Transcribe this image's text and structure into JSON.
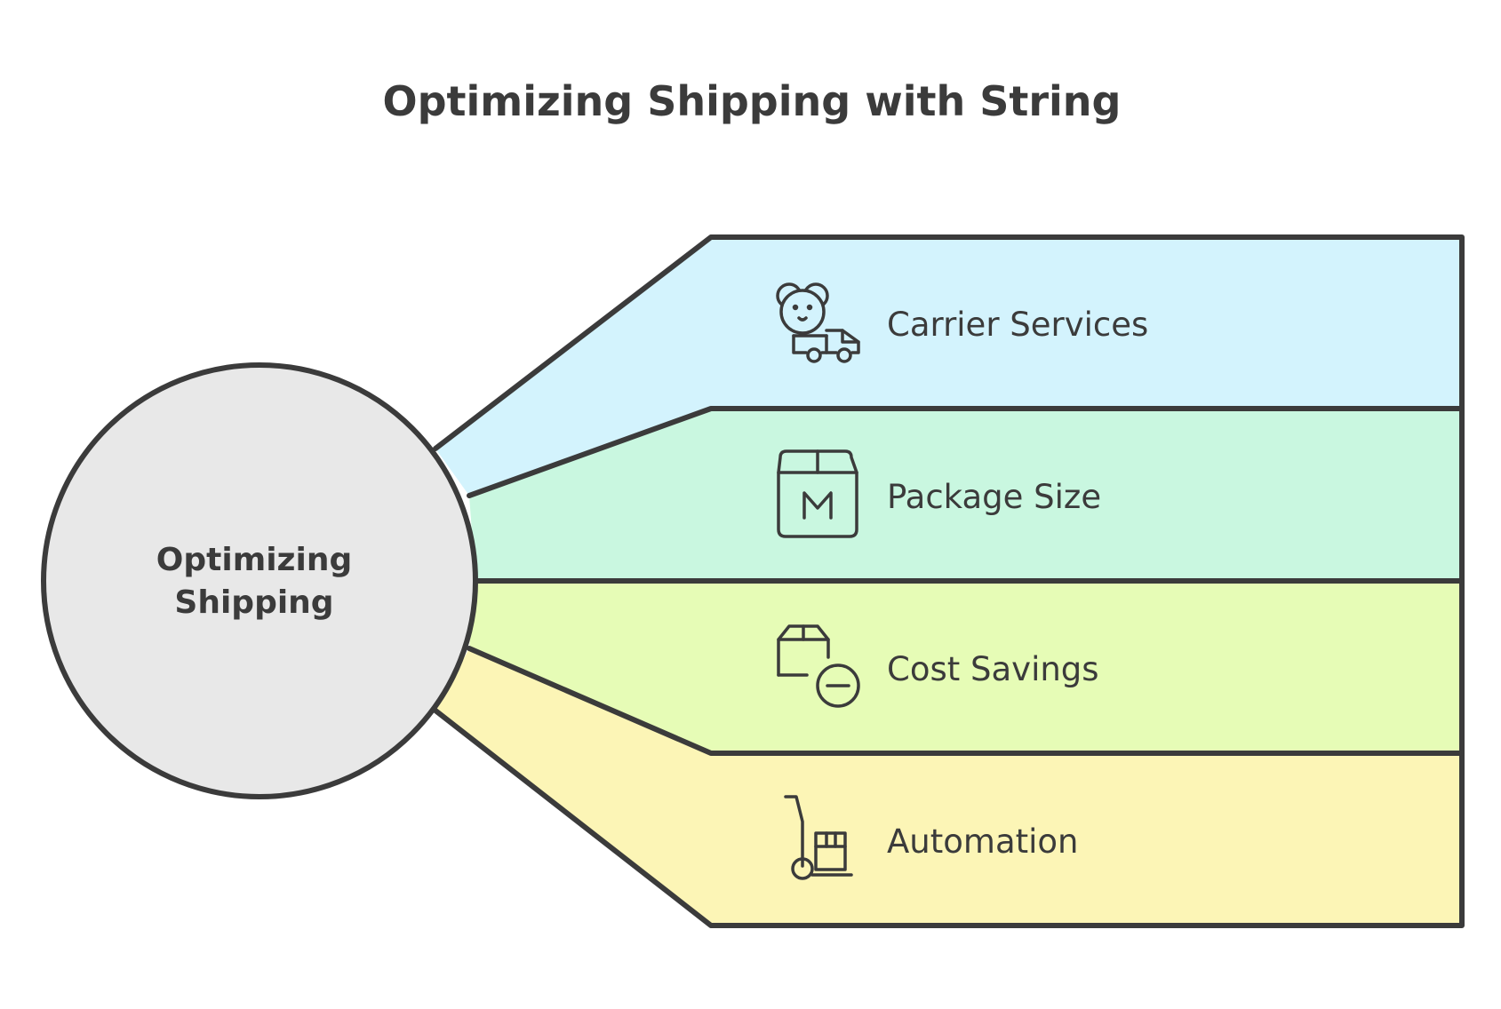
{
  "title": "Optimizing Shipping with String",
  "hub": {
    "lines": [
      "Optimizing",
      "Shipping"
    ],
    "color": "#e8e8e8"
  },
  "bands": [
    {
      "label": "Carrier Services",
      "icon": "bear-truck-icon",
      "color": "#d3f3fd"
    },
    {
      "label": "Package Size",
      "icon": "box-m-icon",
      "color": "#c9f7e0"
    },
    {
      "label": "Cost Savings",
      "icon": "box-minus-icon",
      "color": "#e6fcb6"
    },
    {
      "label": "Automation",
      "icon": "hand-truck-icon",
      "color": "#fcf5b6"
    }
  ]
}
